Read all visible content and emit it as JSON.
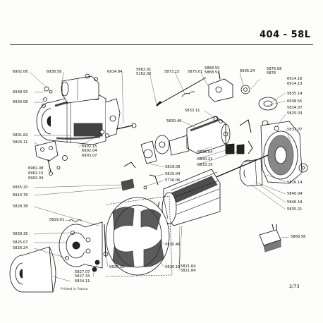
{
  "header": {
    "model": "404",
    "separator": "-",
    "code": "58L"
  },
  "footer": {
    "printed": "Printed in France",
    "page": "2/73"
  },
  "labels": {
    "l6902_06": "6902.06",
    "l6938_58": "6938.58",
    "l6914_84": "6914.84",
    "l5662_01": "5662.01",
    "l5162_02": "5162.02",
    "l5873_15": "5873.15",
    "l5875_01": "5875.01",
    "l5868_50": "5868.50",
    "l5868_51": "5868.51",
    "l6935_24": "6935.24",
    "l5876_08": "5876.08",
    "l5876": "5876",
    "l6914_16": "6914.16",
    "l6914_13": "6914.13",
    "l6938_55": "6938.55",
    "l6933_08": "6933.08",
    "l5835_14": "5835.14",
    "l6938_55b": "6938.55",
    "l5834_07": "5834.07",
    "l5833_11": "5833.11",
    "l5825_03": "5825.03",
    "l5830_48": "5830.48",
    "l5837_07": "5837.07",
    "l5801_82": "5801.82",
    "l5803_11": "5803.11",
    "l6902_15a": "6902.15",
    "l6902_04a": "6902.04",
    "l6903_07": "6903.07",
    "l5838_04": "5838.04",
    "l5830_21": "5830.21",
    "l5833_15": "5833.15",
    "l6961_08": "6961.08",
    "l6902_15b": "6902.15",
    "l6902_04b": "6902.04",
    "l5819_06": "5819.06",
    "l5815_04": "5815.04",
    "l5716_06": "5716.06",
    "l5816_14": "5816.14",
    "l6955_20": "6955.20",
    "l6914_76": "6914.76",
    "l5840_04": "5840.04",
    "l5846_19": "5846.19",
    "l5835_21": "5835.21",
    "l5828_38": "5828.38",
    "l5829_01": "5829.01",
    "l5839_35": "5839.35",
    "l5825_07": "5825.07",
    "l5826_24": "5826.24",
    "l5830_46": "5830.46",
    "l5868_56": "5868.56",
    "l5826_22": "5826.22",
    "l5820_16": "5820.16",
    "l5821_64": "5821.64",
    "l5821_84": "5821.84",
    "l5827_07": "5827.07",
    "l5827_33": "5827.33",
    "l5824_11": "5824.11"
  }
}
